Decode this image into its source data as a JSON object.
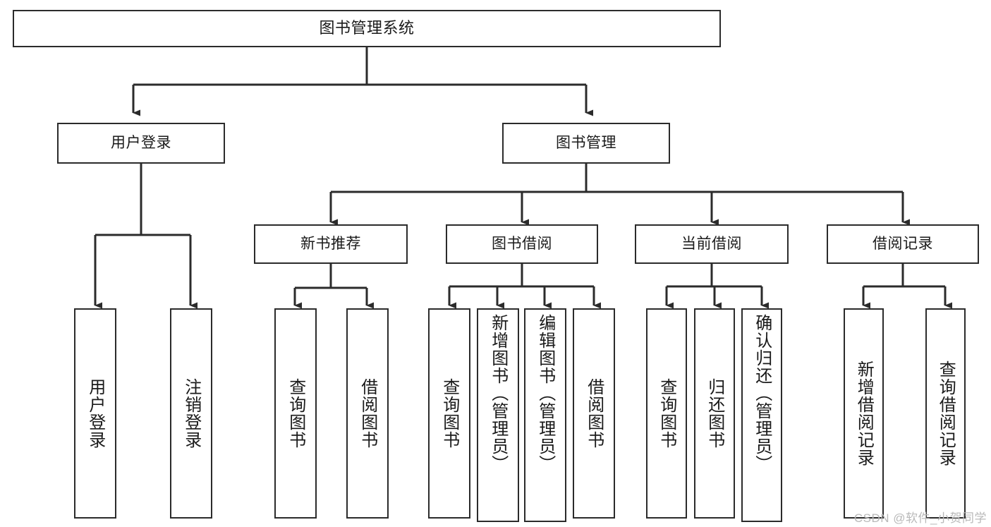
{
  "diagram": {
    "title": "图书管理系统",
    "type": "tree-hierarchy-chart",
    "line_color": "#2b2b2b",
    "box_fill": "#ffffff",
    "text_color": "#1a1a1a"
  },
  "watermark": {
    "text": "CSDN @软件_小贺同学",
    "color": "#b9b9b9"
  },
  "nodes": {
    "root": {
      "label": "图书管理系统"
    },
    "level2": [
      {
        "label": "用户登录"
      },
      {
        "label": "图书管理"
      }
    ],
    "level3": [
      {
        "label": "新书推荐"
      },
      {
        "label": "图书借阅"
      },
      {
        "label": "当前借阅"
      },
      {
        "label": "借阅记录"
      }
    ],
    "leaves": {
      "user_login": [
        {
          "label": "用户登录"
        },
        {
          "label": "注销登录"
        }
      ],
      "new_book": [
        {
          "label": "查询图书"
        },
        {
          "label": "借阅图书"
        }
      ],
      "book_borrow": [
        {
          "label": "查询图书"
        },
        {
          "label": "新增图书（管理员）"
        },
        {
          "label": "编辑图书（管理员）"
        },
        {
          "label": "借阅图书"
        }
      ],
      "current_borrow": [
        {
          "label": "查询图书"
        },
        {
          "label": "归还图书"
        },
        {
          "label": "确认归还（管理员）"
        }
      ],
      "borrow_record": [
        {
          "label": "新增借阅记录"
        },
        {
          "label": "查询借阅记录"
        }
      ]
    }
  }
}
